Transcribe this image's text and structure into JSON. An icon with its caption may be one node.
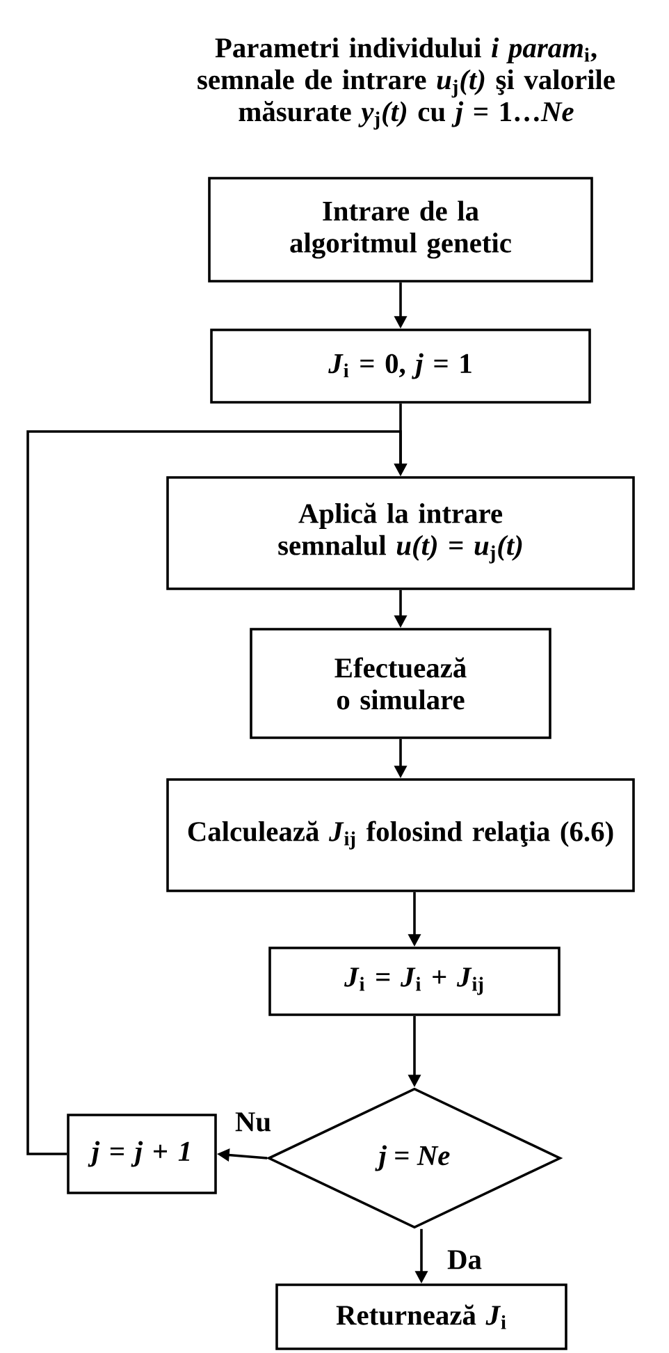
{
  "diagram": {
    "nodes": [
      {
        "text": [
          "Intrare de la algoritmul genetic"
        ]
      },
      {
        "text": [
          "*J*$_{i}$ = 0, *j* = 1"
        ]
      },
      {
        "text": [
          "Aplică la intrare semnalul *u(t)* = *u*$_{j}$*(t)*"
        ]
      },
      {
        "text": [
          "Efectuează o simulare"
        ]
      },
      {
        "text": [
          "Calculează *J*$_{ij}$ folosind relaţia (6.6)"
        ]
      },
      {
        "text": [
          "*J*$_{i}$ = *J*$_{i}$ + *J*$_{ij}$"
        ]
      },
      {
        "text": [
          "*j* = *Ne*"
        ]
      },
      {
        "text": [
          "*j* = *j* + *1*"
        ]
      },
      {
        "text": [
          "Returnează *J*$_{i}$"
        ]
      }
    ],
    "edges": [
      {
        "from": 0,
        "to": 1,
        "arrow": "to"
      },
      {
        "from": 1,
        "to": 2,
        "arrow": "to"
      },
      {
        "from": 2,
        "to": 3,
        "arrow": "to"
      },
      {
        "from": 3,
        "to": 4,
        "arrow": "to"
      },
      {
        "from": 4,
        "to": 5,
        "arrow": "to"
      },
      {
        "from": 5,
        "to": 6,
        "arrow": "to"
      },
      {
        "from": 6,
        "to": 7,
        "arrow": "to",
        "label": "Nu"
      },
      {
        "from": 7,
        "to": 2,
        "arrow": "to"
      },
      {
        "from": 6,
        "to": 8,
        "arrow": "to",
        "label": "Da"
      }
    ],
    "labels": [
      "Parametri individului *i* *param*$_{i}$, semnale de intrare *u*$_{j}$*(t)* şi valorile măsurate *y*$_{j}$*(t)* cu *j* = 1…*Ne*"
    ]
  }
}
